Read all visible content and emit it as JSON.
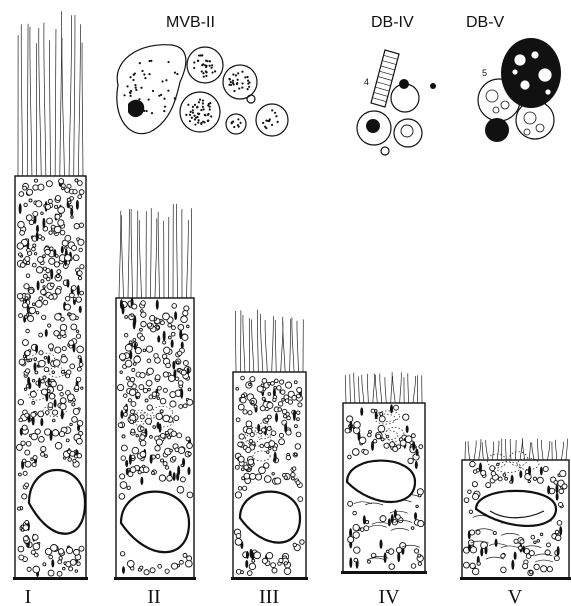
{
  "inset_labels": {
    "mvb": "MVB-II",
    "db_iv": "DB-IV",
    "db_v": "DB-V"
  },
  "inset_numbers": {
    "db_iv": "4",
    "db_v": "5"
  },
  "stage_labels": [
    "I",
    "II",
    "III",
    "IV",
    "V"
  ]
}
